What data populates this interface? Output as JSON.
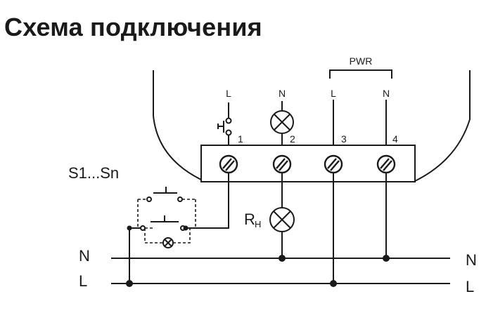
{
  "title": "Схема подключения",
  "labels": {
    "pwr": "PWR",
    "terminal_top": [
      "L",
      "N",
      "L",
      "N"
    ],
    "terminal_numbers": [
      "1",
      "2",
      "3",
      "4"
    ],
    "switches": "S1...Sn",
    "load": "R",
    "load_sub": "H",
    "bus_left": [
      "N",
      "L"
    ],
    "bus_right": [
      "N",
      "L"
    ]
  },
  "colors": {
    "line": "#1a1a1a",
    "background": "#ffffff"
  }
}
